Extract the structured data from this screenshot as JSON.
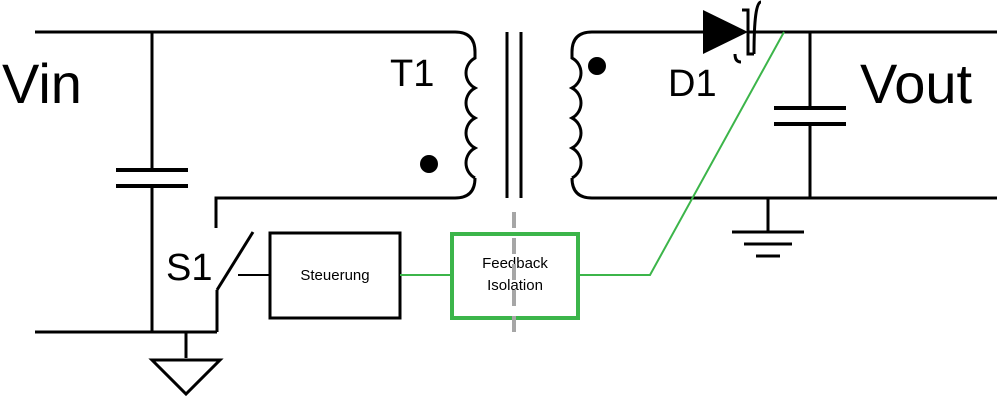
{
  "labels": {
    "vin": "Vin",
    "vout": "Vout",
    "transformer": "T1",
    "diode": "D1",
    "switch": "S1"
  },
  "blocks": {
    "control": "Steuerung",
    "feedback_line1": "Feedback",
    "feedback_line2": "Isolation"
  },
  "colors": {
    "wire": "#000000",
    "feedback": "#3cb54a",
    "isolation_barrier": "#a6a6a6"
  }
}
